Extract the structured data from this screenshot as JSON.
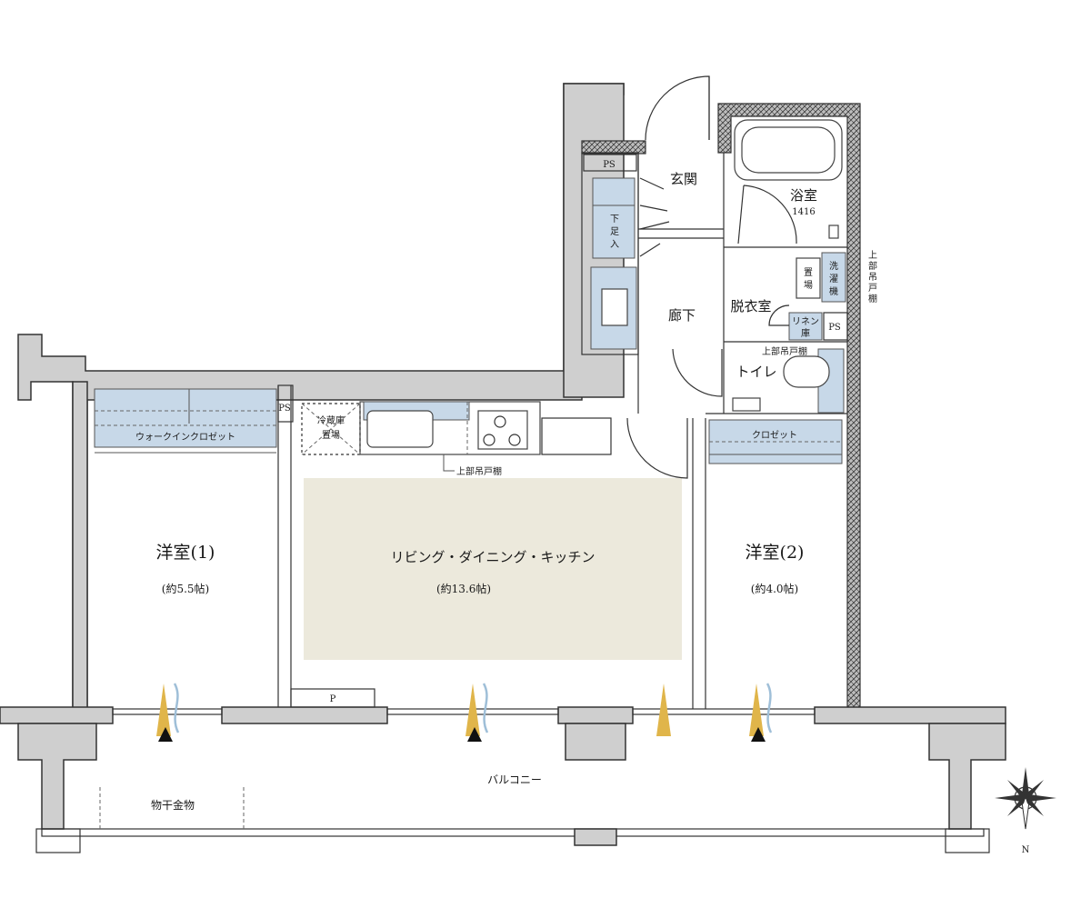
{
  "rooms": {
    "ldk": {
      "name": "リビング・ダイニング・キッチン",
      "size": "(約13.6帖)"
    },
    "western1": {
      "name": "洋室(1)",
      "size": "(約5.5帖)"
    },
    "western2": {
      "name": "洋室(2)",
      "size": "(約4.0帖)"
    },
    "entrance": "玄関",
    "hallway": "廊下",
    "bathroom": {
      "name": "浴室",
      "code": "1416"
    },
    "dressing": "脱衣室",
    "toilet": "トイレ",
    "balcony": "バルコニー"
  },
  "storage": {
    "walk_in_closet": "ウォークインクロゼット",
    "closet": "クロゼット",
    "shoe_box": [
      "下",
      "足",
      "入"
    ],
    "linen": [
      "リネン",
      "庫"
    ],
    "ps": "PS",
    "p": "P",
    "fridge": [
      "冷蔵庫",
      "置場"
    ],
    "washer": [
      "洗",
      "濯",
      "機"
    ],
    "washer_place": [
      "置",
      "場"
    ]
  },
  "notes": {
    "upper_cabinet": "上部吊戸棚",
    "upper_cabinet_vertical": [
      "上",
      "部",
      "吊",
      "戸",
      "棚"
    ],
    "drying_hardware": "物干金物"
  },
  "compass": {
    "north": "N"
  },
  "colors": {
    "wall": "#cfcfcf",
    "storage": "#c7d8e8",
    "ldk": "#ece9dc",
    "sun": "#e0b54a",
    "wind": "#9fbfd8"
  }
}
